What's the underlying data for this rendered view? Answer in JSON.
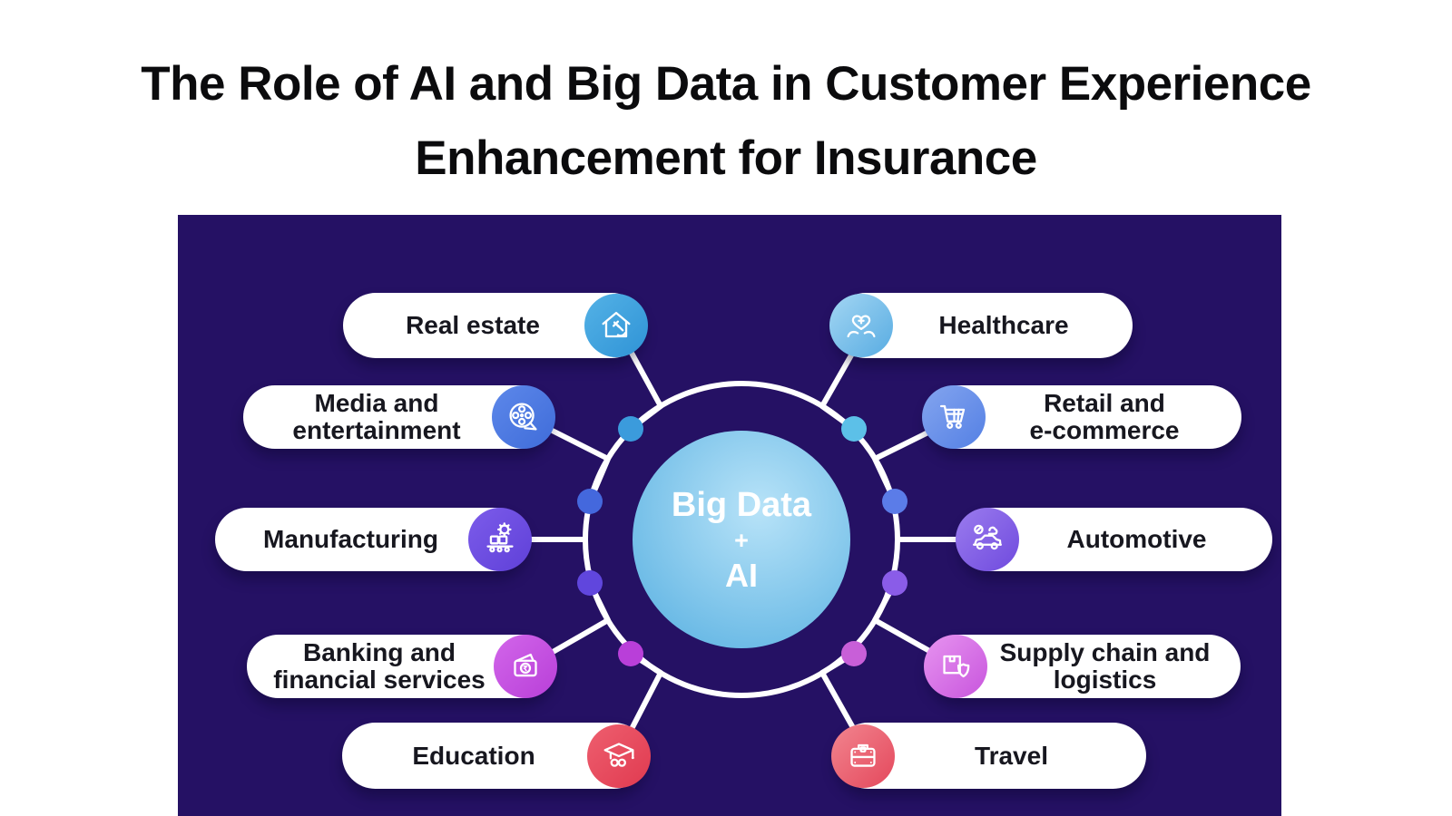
{
  "title": {
    "line1": "The Role of AI and Big Data in Customer Experience",
    "line2": "Enhancement for Insurance"
  },
  "center": {
    "top": "Big Data",
    "middle": "+",
    "bottom": "AI"
  },
  "colors": {
    "panel_background": "#251164",
    "connector_line": "#ffffff",
    "pill_background": "#ffffff",
    "pill_text": "#17171f",
    "center_gradient_inner": "#b8e3f8",
    "center_gradient_outer": "#63b6e4",
    "center_text": "#ffffff"
  },
  "industries": [
    {
      "id": "real-estate",
      "label": "Real estate",
      "display_lines": [
        "Real estate"
      ],
      "side": "left",
      "icon": "house-gavel-icon",
      "icon_bg_from": "#54b2e6",
      "icon_bg_to": "#2f93d6",
      "dot_color": "#3b9bdc"
    },
    {
      "id": "media-entertainment",
      "label": "Media and entertainment",
      "display_lines": [
        "Media and",
        "entertainment"
      ],
      "side": "left",
      "icon": "film-reel-icon",
      "icon_bg_from": "#5d88ea",
      "icon_bg_to": "#3f6cd9",
      "dot_color": "#4468dd"
    },
    {
      "id": "manufacturing",
      "label": "Manufacturing",
      "display_lines": [
        "Manufacturing"
      ],
      "side": "left",
      "icon": "conveyor-gear-icon",
      "icon_bg_from": "#7c5cea",
      "icon_bg_to": "#5f40d8",
      "dot_color": null
    },
    {
      "id": "banking-financial-services",
      "label": "Banking and financial services",
      "display_lines": [
        "Banking and",
        "financial services"
      ],
      "side": "left",
      "icon": "wallet-rupee-icon",
      "icon_bg_from": "#d266ea",
      "icon_bg_to": "#b83fd8",
      "dot_color": "#6046dd"
    },
    {
      "id": "education",
      "label": "Education",
      "display_lines": [
        "Education"
      ],
      "side": "left",
      "icon": "graduation-cap-icon",
      "icon_bg_from": "#ee5f6f",
      "icon_bg_to": "#e03a50",
      "dot_color": "#b93fd9"
    },
    {
      "id": "healthcare",
      "label": "Healthcare",
      "display_lines": [
        "Healthcare"
      ],
      "side": "right",
      "icon": "heart-hands-icon",
      "icon_bg_from": "#a3d6f3",
      "icon_bg_to": "#58ace2",
      "dot_color": "#5cc0e8"
    },
    {
      "id": "retail-ecommerce",
      "label": "Retail and e-commerce",
      "display_lines": [
        "Retail and",
        "e-commerce"
      ],
      "side": "right",
      "icon": "shopping-cart-icon",
      "icon_bg_from": "#84a5ef",
      "icon_bg_to": "#5480e4",
      "dot_color": "#5b7ce8"
    },
    {
      "id": "automotive",
      "label": "Automotive",
      "display_lines": [
        "Automotive"
      ],
      "side": "right",
      "icon": "car-service-icon",
      "icon_bg_from": "#9b7cee",
      "icon_bg_to": "#6f4ade",
      "dot_color": null
    },
    {
      "id": "supply-chain-logistics",
      "label": "Supply chain and logistics",
      "display_lines": [
        "Supply chain and",
        "logistics"
      ],
      "side": "right",
      "icon": "box-shield-icon",
      "icon_bg_from": "#e794f0",
      "icon_bg_to": "#c855dd",
      "dot_color": "#8a5ce8"
    },
    {
      "id": "travel",
      "label": "Travel",
      "display_lines": [
        "Travel"
      ],
      "side": "right",
      "icon": "suitcase-icon",
      "icon_bg_from": "#f2858f",
      "icon_bg_to": "#e4485c",
      "dot_color": "#c85fd8"
    }
  ]
}
